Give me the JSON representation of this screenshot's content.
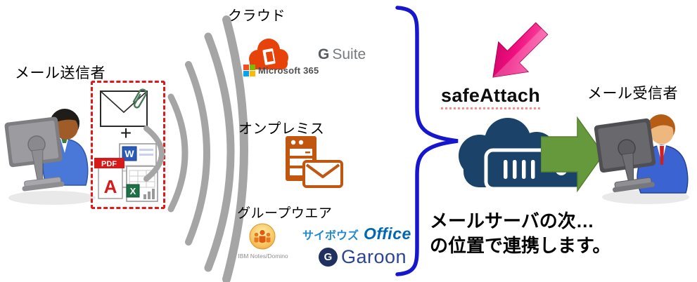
{
  "sender": {
    "label": "メール送信者"
  },
  "attachment": {
    "plus": "+",
    "pdf": "PDF",
    "word": "W",
    "excel": "X",
    "adobe": "A"
  },
  "cloud_section": {
    "label": "クラウド",
    "microsoft365": "Microsoft 365",
    "gsuite_g": "G",
    "gsuite_suite": "Suite"
  },
  "onprem_section": {
    "label": "オンプレミス"
  },
  "groupware_section": {
    "label": "グループウエア",
    "ibm_notes": "IBM Notes/Domino",
    "cybozu_brand": "サイボウズ",
    "cybozu_product": "Office",
    "garoon_initial": "G",
    "garoon": "Garoon"
  },
  "safeattach": {
    "label": "safeAttach"
  },
  "receiver": {
    "label": "メール受信者"
  },
  "caption": {
    "line1": "メールサーバの次…",
    "line2": "の位置で連携します。"
  },
  "colors": {
    "wave_gray": "#a5a5a5",
    "attachment_box_red": "#e21717",
    "brace_blue": "#1616cf",
    "safeattach_arrow_pink": "#ef0e7e",
    "relay_cloud_navy": "#1b4369",
    "delivery_arrow_green": "#66993c",
    "onprem_orange": "#c1560f",
    "m365_orange": "#e8420b",
    "ms_square_red": "#f25022",
    "ms_square_green": "#7fba00",
    "ms_square_blue": "#00a4ef",
    "ms_square_yellow": "#ffb900",
    "gsuite_gray": "#757a7e",
    "cybozu_blue": "#0067b3",
    "garoon_navy": "#2b4596"
  }
}
